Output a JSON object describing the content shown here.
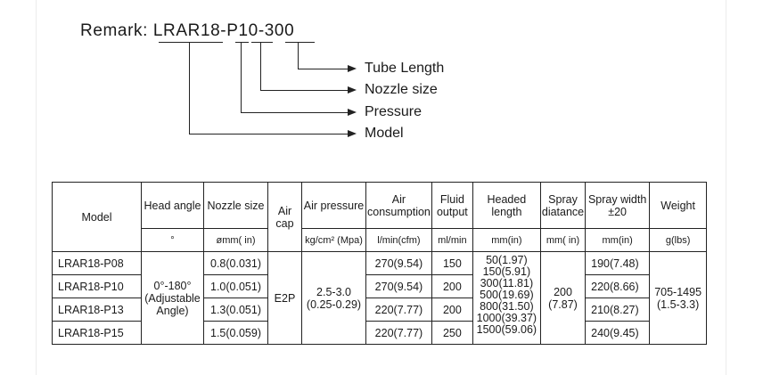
{
  "remark": {
    "label": "Remark:",
    "code": "LRAR18-P10-300",
    "legend": [
      "Tube Length",
      "Nozzle size",
      "Pressure",
      "Model"
    ]
  },
  "table": {
    "headers": [
      "Model",
      "Head angle",
      "Nozzle size",
      "Air cap",
      "Air pressure",
      "Air consumption",
      "Fluid output",
      "Headed length",
      "Spray diatance",
      "Spray width ±20",
      "Weight"
    ],
    "units": {
      "head_angle": "°",
      "nozzle": "ømm( in)",
      "pressure": "kg/cm² (Mpa)",
      "consumption": "l/min(cfm)",
      "fluid": "ml/min",
      "length": "mm(in)",
      "distance": "mm( in)",
      "width": "mm(in)",
      "weight": "g(lbs)"
    },
    "models": [
      "LRAR18-P08",
      "LRAR18-P10",
      "LRAR18-P13",
      "LRAR18-P15"
    ],
    "head_angle": [
      "0°-180°",
      "(Adjustable",
      "Angle)"
    ],
    "nozzle_sizes": [
      "0.8(0.031)",
      "1.0(0.051)",
      "1.3(0.051)",
      "1.5(0.059)"
    ],
    "air_cap": "E2P",
    "air_pressure": [
      "2.5-3.0",
      "(0.25-0.29)"
    ],
    "air_consumption": [
      "270(9.54)",
      "270(9.54)",
      "220(7.77)",
      "220(7.77)"
    ],
    "fluid_output": [
      "150",
      "200",
      "200",
      "250"
    ],
    "headed_length": [
      "50(1.97)",
      "150(5.91)",
      "300(11.81)",
      "500(19.69)",
      "800(31.50)",
      "1000(39.37)",
      "1500(59.06)"
    ],
    "spray_distance": [
      "200",
      "(7.87)"
    ],
    "spray_width": [
      "190(7.48)",
      "220(8.66)",
      "210(8.27)",
      "240(9.45)"
    ],
    "weight": [
      "705-1495",
      "(1.5-3.3)"
    ]
  }
}
